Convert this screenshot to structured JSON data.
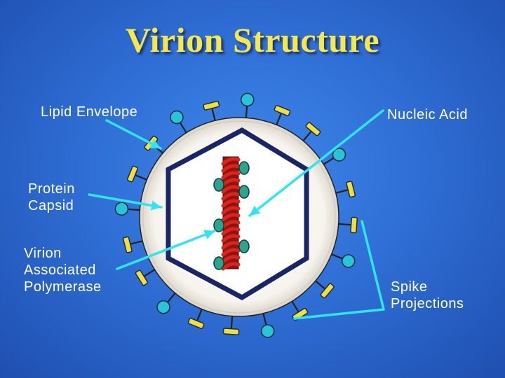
{
  "title": "Virion Structure",
  "labels": {
    "lipid_envelope": "Lipid Envelope",
    "protein_capsid": [
      "Protein",
      "Capsid"
    ],
    "polymerase": [
      "Virion",
      "Associated",
      "Polymerase"
    ],
    "nucleic_acid": "Nucleic Acid",
    "spike": [
      "Spike",
      "Projections"
    ]
  },
  "colors": {
    "background": "#2f6fd6",
    "title": "#f5e84a",
    "label_text": "#ffffff",
    "pointer_line": "#2fe6f0",
    "envelope_fill": "#f7f4ee",
    "capsid_outline": "#1a2566",
    "nucleic_acid": "#d8261e",
    "polymerase": "#2aa690",
    "spike_cap": "#f2df3a",
    "spike_knob": "#28c4d8"
  }
}
